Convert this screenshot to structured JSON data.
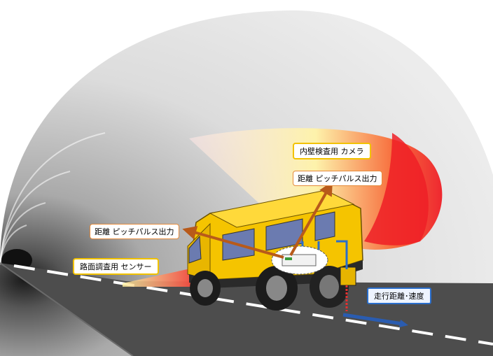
{
  "labels": {
    "inner_wall_camera": "内壁検査用 カメラ",
    "distance_pulse_upper": "距離 ピッチパルス出力",
    "distance_pulse_left": "距離 ピッチパルス出力",
    "road_sensor": "路面調査用 センサー",
    "travel_distance_speed": "走行距離･速度"
  },
  "colors": {
    "tunnel_gray": "#c8c8c8",
    "road": "#4d4d4d",
    "scan_red": "#f3282a",
    "scan_yellow": "#fff2a0",
    "vehicle_yellow": "#f5c400",
    "label_border": "#f2c200",
    "speed_label_border": "#2a6ecb",
    "arrow_brown": "#b85a1a"
  }
}
